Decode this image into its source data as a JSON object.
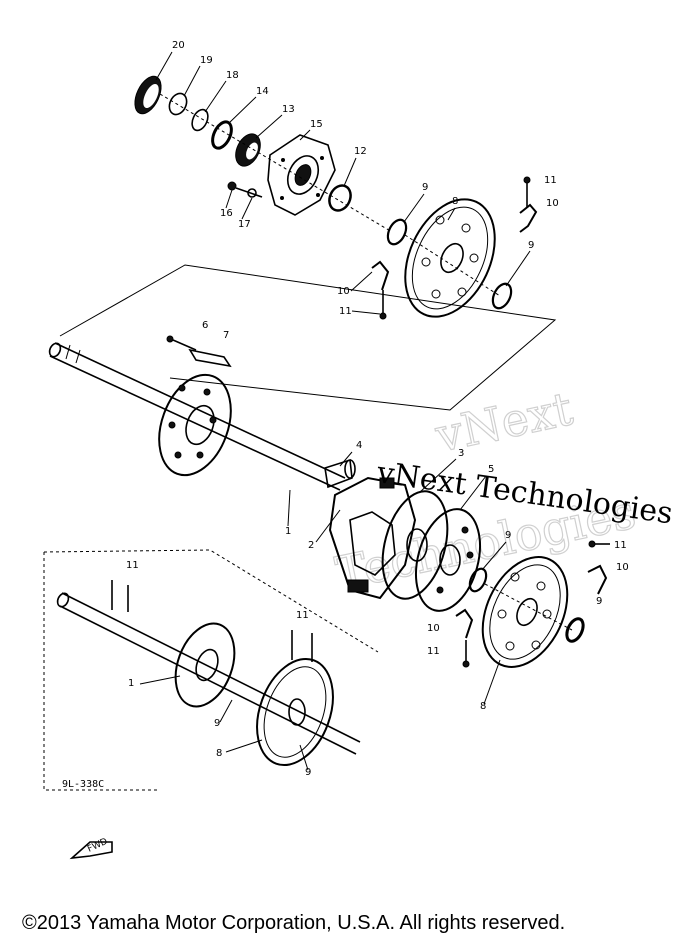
{
  "labels": {
    "n20": "20",
    "n19": "19",
    "n18": "18",
    "n14": "14",
    "n13": "13",
    "n15": "15",
    "n12": "12",
    "n16": "16",
    "n17": "17",
    "n9a": "9",
    "n8a": "8",
    "n11a": "11",
    "n10a": "10",
    "n9b": "9",
    "n10b": "10",
    "n11b": "11",
    "n6": "6",
    "n7": "7",
    "n4": "4",
    "n3": "3",
    "n5": "5",
    "n1a": "1",
    "n2": "2",
    "n9c": "9",
    "n11c": "11",
    "n10c": "10",
    "n9d": "9",
    "n10d": "10",
    "n11d": "11",
    "n8b": "8",
    "n11e": "11",
    "n11f": "11",
    "n1b": "1",
    "n9e": "9",
    "n8c": "8",
    "n9f": "9"
  },
  "part_code": "9L-338C",
  "forward_mark": "FWD",
  "watermark": {
    "line1": "vNext Technologies",
    "line2": "vNext",
    "line3": "Technologies"
  },
  "footer": {
    "copyright": "©2013 Yamaha Motor Corporation, U.S.A. All rights reserved."
  }
}
